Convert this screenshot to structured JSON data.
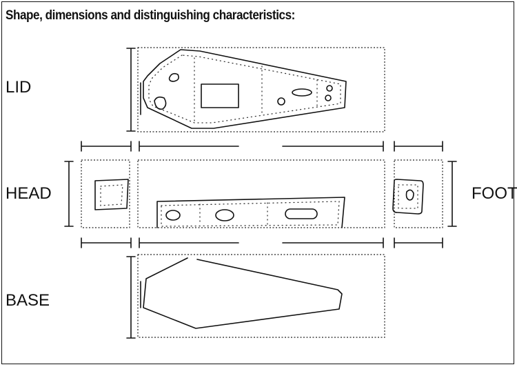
{
  "title": "Shape, dimensions and distinguishing characteristics:",
  "labels": {
    "lid": "LID",
    "head": "HEAD",
    "foot": "FOOT",
    "base": "BASE"
  },
  "colors": {
    "ink": "#111111",
    "paper": "#ffffff"
  }
}
